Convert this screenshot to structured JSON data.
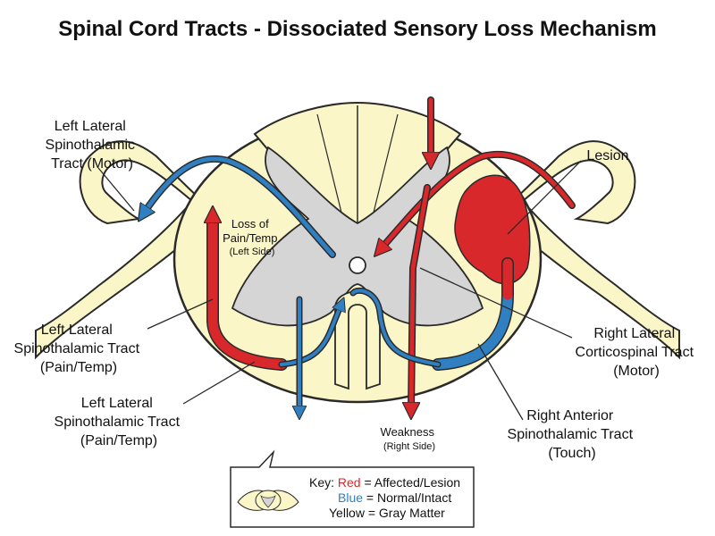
{
  "title": "Spinal Cord Tracts - Dissociated Sensory Loss Mechanism",
  "labels": {
    "left_lateral_motor": [
      "Left Lateral",
      "Spinothalamic",
      "Tract (Motor)"
    ],
    "lesion": "Lesion",
    "loss_of_pain": [
      "Loss of",
      "Pain/Temp",
      "(Left Side)"
    ],
    "left_lateral_pain_1": [
      "Left Lateral",
      "Spinothalamic Tract",
      "(Pain/Temp)"
    ],
    "left_lateral_pain_2": [
      "Left Lateral",
      "Spinothalamic Tract",
      "(Pain/Temp)"
    ],
    "right_lateral_corticospinal": [
      "Right Lateral",
      "Corticospinal Tract",
      "(Motor)"
    ],
    "weakness": [
      "Weakness",
      "(Right Side)"
    ],
    "right_anterior_spinothalamic": [
      "Right Anterior",
      "Spinothalamic Tract",
      "(Touch)"
    ]
  },
  "key": {
    "prefix": "Key:",
    "red_word": "Red",
    "red_rest": "= Affected/Lesion",
    "blue_word": "Blue",
    "blue_rest": "= Normal/Intact",
    "yellow_line": "Yellow = Gray Matter"
  },
  "colors": {
    "red": "#d8282c",
    "blue": "#2f7fc1",
    "yellow": "#faf6c8",
    "gray": "#d5d5d5",
    "outline": "#2a2a2a"
  }
}
